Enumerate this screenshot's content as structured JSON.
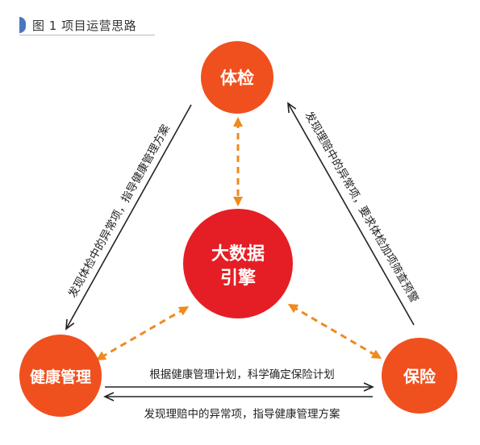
{
  "figure": {
    "title": "图 1  项目运营思路"
  },
  "nodes": {
    "top": "体检",
    "center_line1": "大数据",
    "center_line2": "引擎",
    "left": "健康管理",
    "right": "保险"
  },
  "edges": {
    "top_to_left": "发现体检中的异常项，指导健康管理方案",
    "right_to_top": "发现理赔中的异常项，要求体检加项筛查预警",
    "left_to_right": "根据健康管理计划，科学确定保险计划",
    "right_to_left": "发现理赔中的异常项，指导健康管理方案"
  },
  "colors": {
    "node_orange": "#F0501E",
    "center_red": "#E51E25",
    "dashed_arrow": "#EE8A1E",
    "arrow_line": "#222222",
    "header_marker": "#4A78C0"
  }
}
